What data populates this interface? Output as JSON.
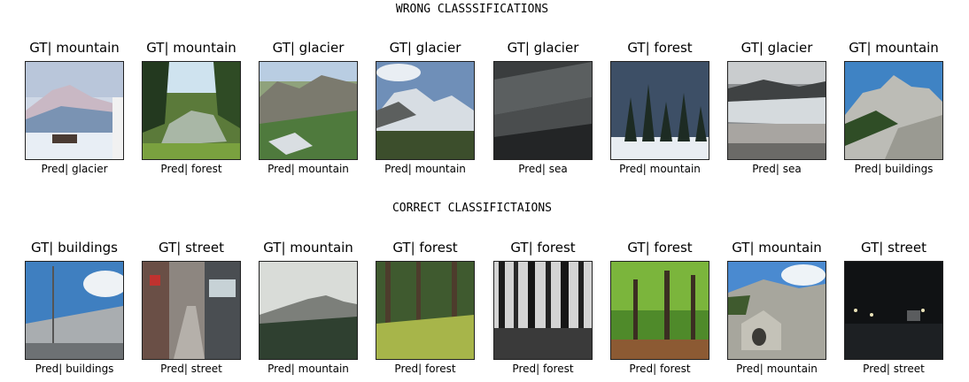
{
  "wrong": {
    "title": "WRONG CLASSSIFICATIONS",
    "items": [
      {
        "gt": "GT| mountain",
        "pred": "Pred| glacier"
      },
      {
        "gt": "GT| mountain",
        "pred": "Pred| forest"
      },
      {
        "gt": "GT| glacier",
        "pred": "Pred| mountain"
      },
      {
        "gt": "GT| glacier",
        "pred": "Pred| mountain"
      },
      {
        "gt": "GT| glacier",
        "pred": "Pred| sea"
      },
      {
        "gt": "GT| forest",
        "pred": "Pred| mountain"
      },
      {
        "gt": "GT| glacier",
        "pred": "Pred| sea"
      },
      {
        "gt": "GT| mountain",
        "pred": "Pred| buildings"
      }
    ]
  },
  "correct": {
    "title": "CORRECT CLASSIFICTAIONS",
    "items": [
      {
        "gt": "GT| buildings",
        "pred": "Pred| buildings"
      },
      {
        "gt": "GT| street",
        "pred": "Pred| street"
      },
      {
        "gt": "GT| mountain",
        "pred": "Pred| mountain"
      },
      {
        "gt": "GT| forest",
        "pred": "Pred| forest"
      },
      {
        "gt": "GT| forest",
        "pred": "Pred| forest"
      },
      {
        "gt": "GT| forest",
        "pred": "Pred| forest"
      },
      {
        "gt": "GT| mountain",
        "pred": "Pred| mountain"
      },
      {
        "gt": "GT| street",
        "pred": "Pred| street"
      }
    ]
  }
}
